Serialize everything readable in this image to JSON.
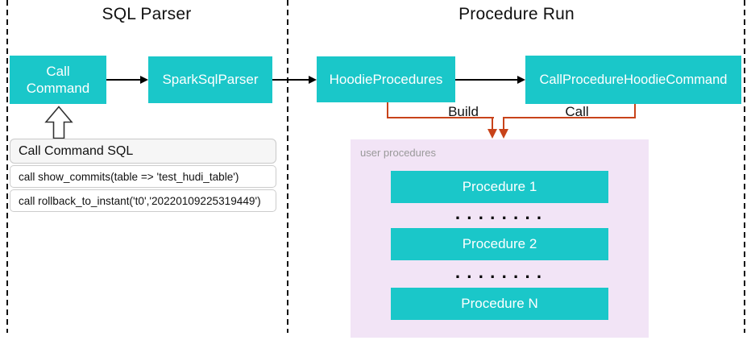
{
  "sections": {
    "sql_parser": "SQL Parser",
    "procedure_run": "Procedure Run"
  },
  "nodes": {
    "call_command": "Call Command",
    "spark_sql_parser": "SparkSqlParser",
    "hoodie_procedures": "HoodieProcedures",
    "call_procedure_hoodie_command": "CallProcedureHoodieCommand"
  },
  "edge_labels": {
    "build": "Build",
    "call": "Call"
  },
  "sql_panel": {
    "title": "Call Command SQL",
    "statements": [
      "call show_commits(table => 'test_hudi_table')",
      "call rollback_to_instant('t0','20220109225319449')"
    ]
  },
  "user_procedures": {
    "label": "user procedures",
    "procedure_1": "Procedure 1",
    "procedure_2": "Procedure 2",
    "procedure_n": "Procedure N",
    "ellipsis": "........"
  },
  "colors": {
    "node_teal": "#1ac7c9",
    "connector_orange": "#c8431a",
    "user_procedures_bg": "#f2e4f6",
    "sql_header_bg": "#f6f6f6"
  }
}
